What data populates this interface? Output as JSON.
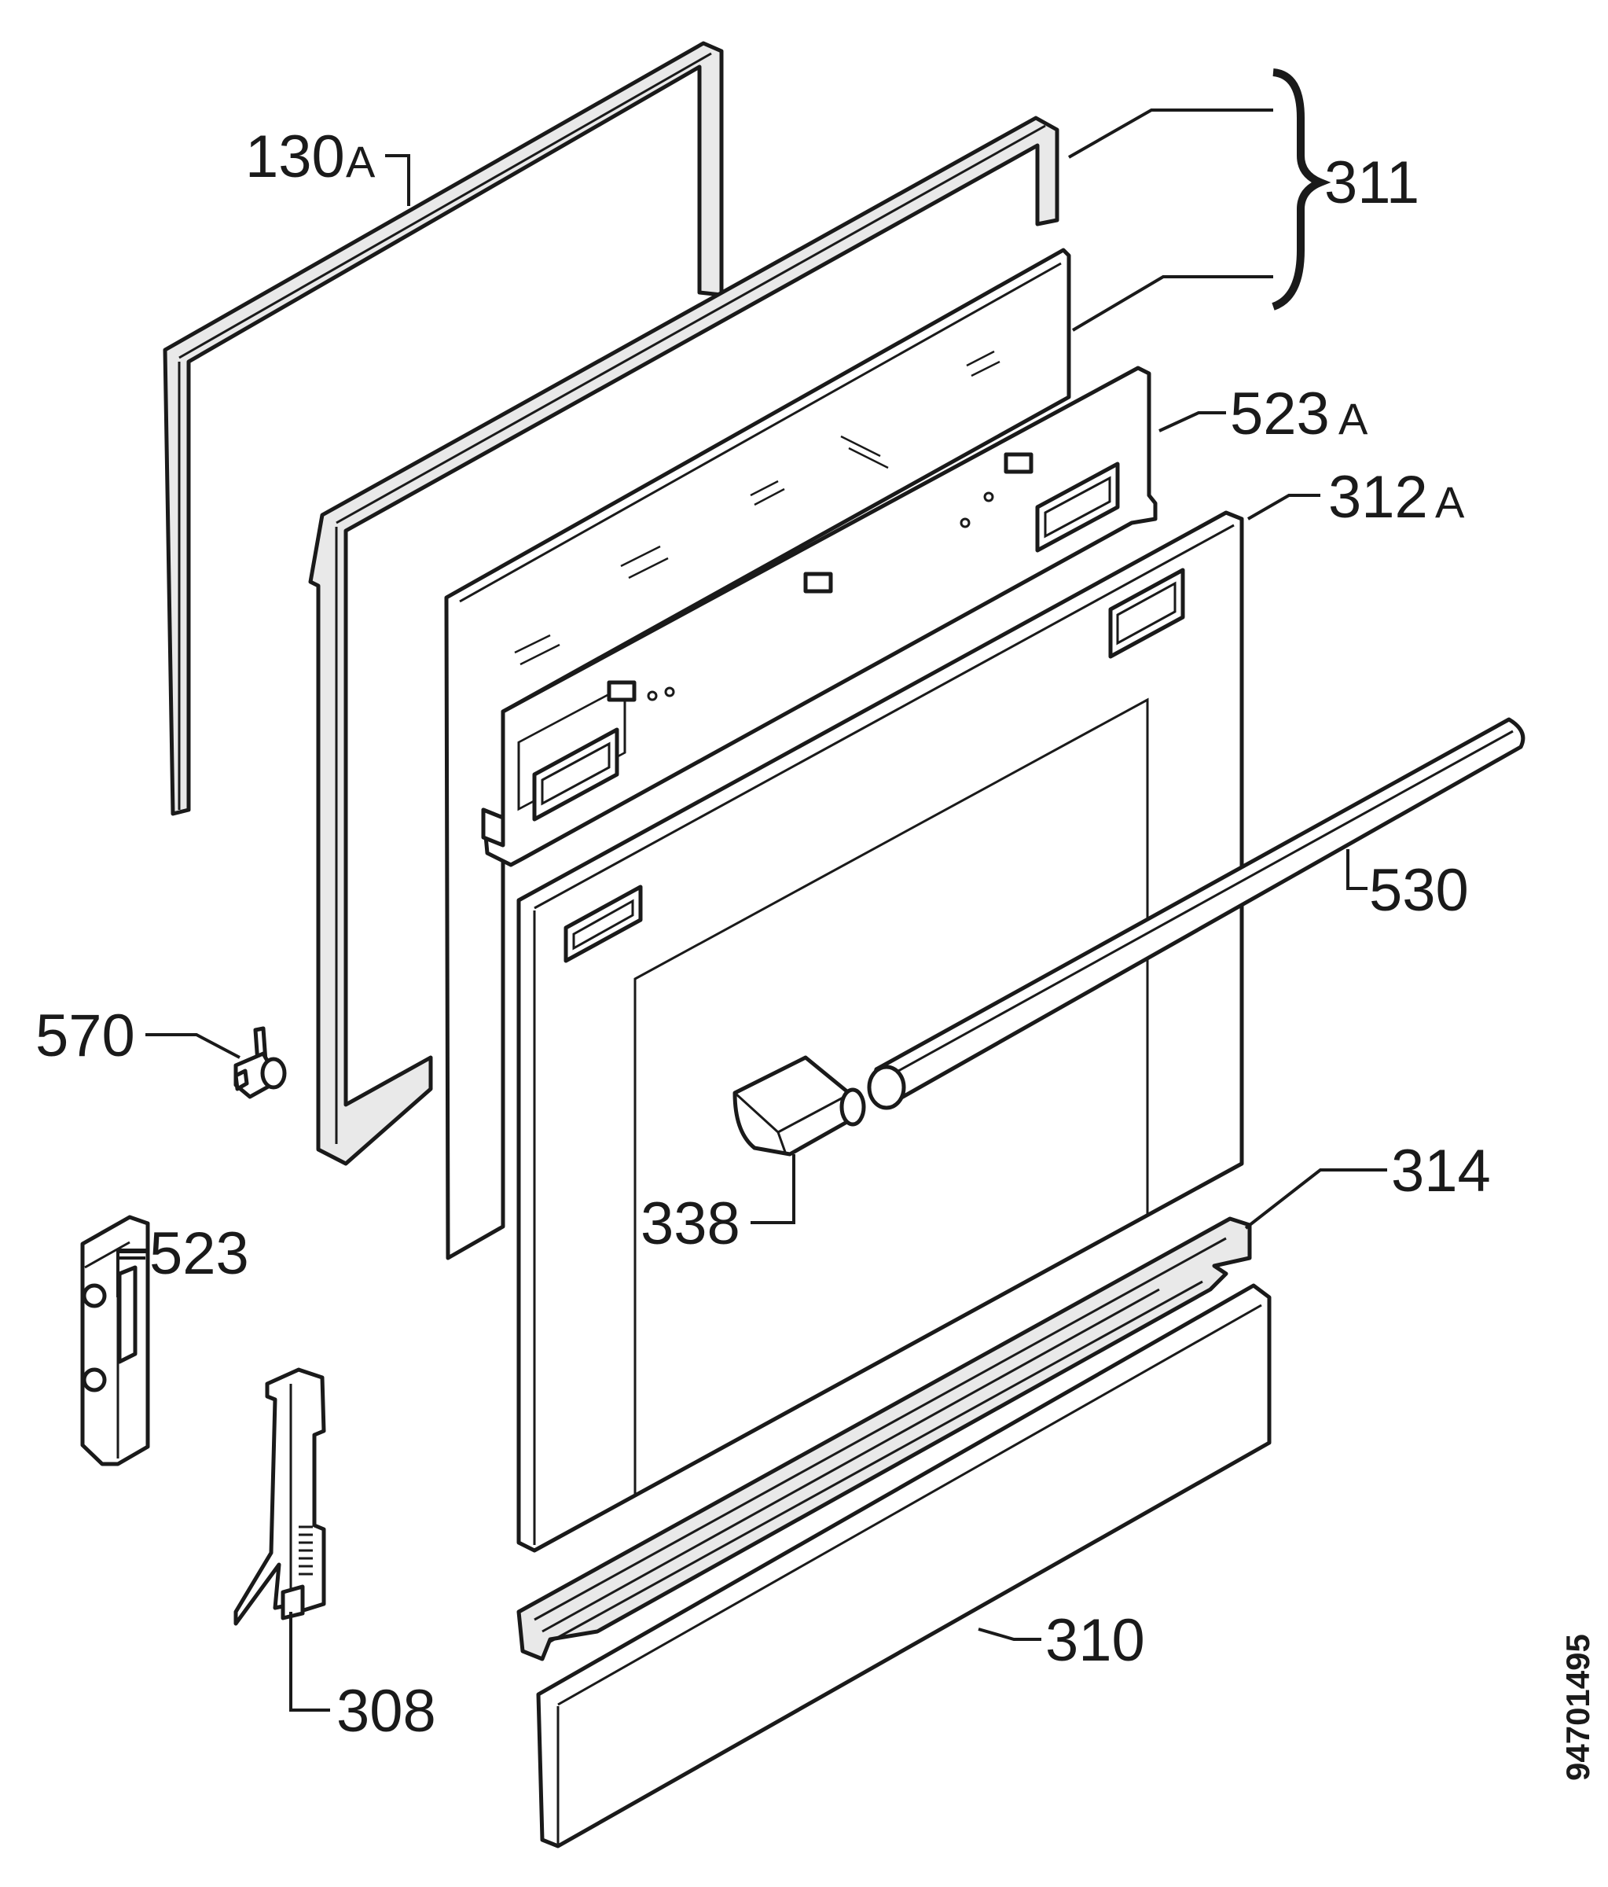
{
  "labels": {
    "l130": "130",
    "l130_suffix": "A",
    "l311": "311",
    "l523a": "523",
    "l523a_suffix": "A",
    "l312a": "312",
    "l312a_suffix": "A",
    "l530": "530",
    "l570": "570",
    "l314": "314",
    "l338": "338",
    "l523": "523",
    "l310": "310",
    "l308": "308"
  },
  "document_number": "94701495"
}
